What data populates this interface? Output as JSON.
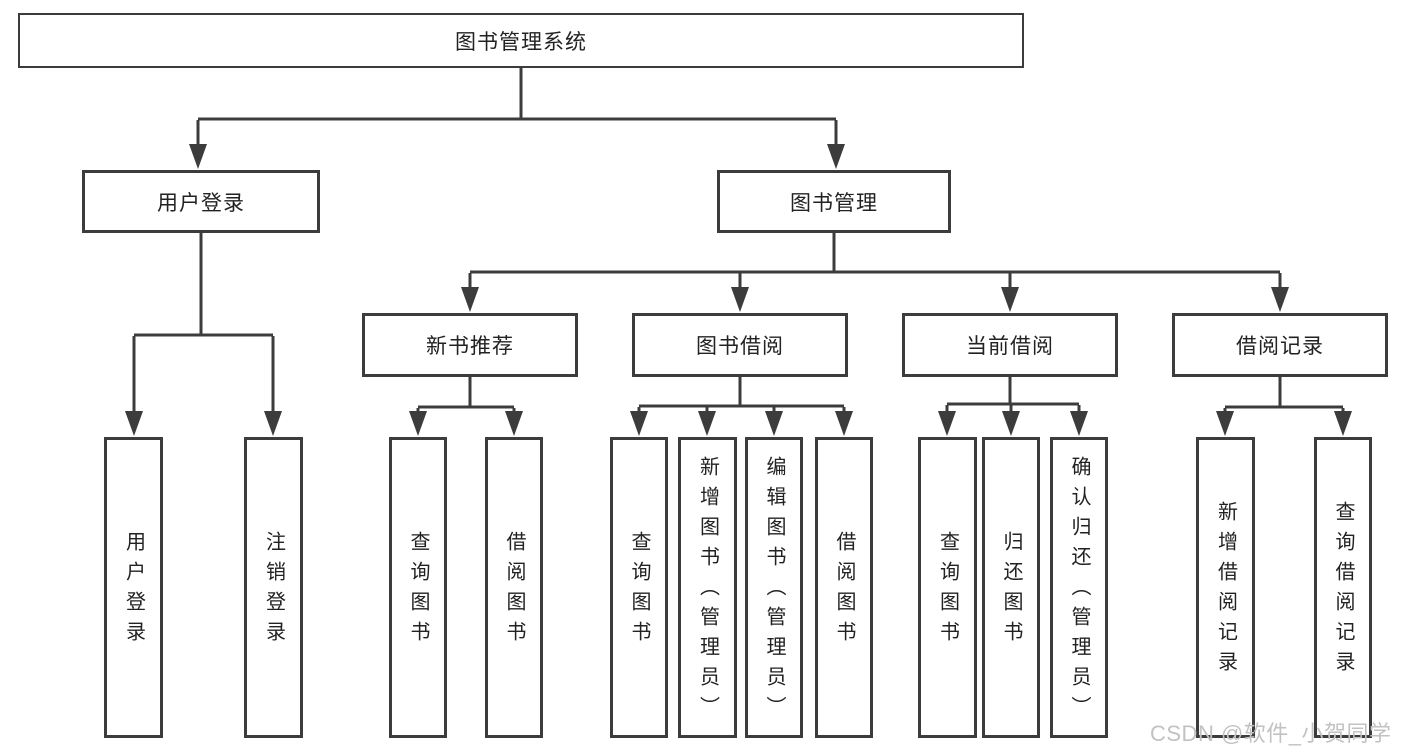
{
  "diagram": {
    "type": "tree",
    "nodes": {
      "root": {
        "label": "图书管理系统"
      },
      "user_login": {
        "label": "用户登录"
      },
      "book_mgmt": {
        "label": "图书管理"
      },
      "new_book_rec": {
        "label": "新书推荐"
      },
      "book_borrow": {
        "label": "图书借阅"
      },
      "current_borrow": {
        "label": "当前借阅"
      },
      "borrow_records": {
        "label": "借阅记录"
      },
      "leaf_user_login": {
        "label": "用户登录"
      },
      "leaf_logout": {
        "label": "注销登录"
      },
      "leaf_nbr_query_books": {
        "label": "查询图书"
      },
      "leaf_nbr_borrow_books": {
        "label": "借阅图书"
      },
      "leaf_bb_query_books": {
        "label": "查询图书"
      },
      "leaf_bb_add_books_admin": {
        "label": "新增图书（管理员）"
      },
      "leaf_bb_edit_books_admin": {
        "label": "编辑图书（管理员）"
      },
      "leaf_bb_borrow_books": {
        "label": "借阅图书"
      },
      "leaf_cb_query_books": {
        "label": "查询图书"
      },
      "leaf_cb_return_books": {
        "label": "归还图书"
      },
      "leaf_cb_confirm_return_admin": {
        "label": "确认归还（管理员）"
      },
      "leaf_br_add_record": {
        "label": "新增借阅记录"
      },
      "leaf_br_query_record": {
        "label": "查询借阅记录"
      }
    },
    "edges": [
      [
        "root",
        "user_login"
      ],
      [
        "root",
        "book_mgmt"
      ],
      [
        "user_login",
        "leaf_user_login"
      ],
      [
        "user_login",
        "leaf_logout"
      ],
      [
        "book_mgmt",
        "new_book_rec"
      ],
      [
        "book_mgmt",
        "book_borrow"
      ],
      [
        "book_mgmt",
        "current_borrow"
      ],
      [
        "book_mgmt",
        "borrow_records"
      ],
      [
        "new_book_rec",
        "leaf_nbr_query_books"
      ],
      [
        "new_book_rec",
        "leaf_nbr_borrow_books"
      ],
      [
        "book_borrow",
        "leaf_bb_query_books"
      ],
      [
        "book_borrow",
        "leaf_bb_add_books_admin"
      ],
      [
        "book_borrow",
        "leaf_bb_edit_books_admin"
      ],
      [
        "book_borrow",
        "leaf_bb_borrow_books"
      ],
      [
        "current_borrow",
        "leaf_cb_query_books"
      ],
      [
        "current_borrow",
        "leaf_cb_return_books"
      ],
      [
        "current_borrow",
        "leaf_cb_confirm_return_admin"
      ],
      [
        "borrow_records",
        "leaf_br_add_record"
      ],
      [
        "borrow_records",
        "leaf_br_query_record"
      ]
    ],
    "colors": {
      "line": "#3c3c3c",
      "box_border": "#3c3c3c",
      "text": "#222222",
      "background": "#ffffff",
      "watermark": "#c2c2c2"
    },
    "watermark": "CSDN @软件_小贺同学"
  }
}
